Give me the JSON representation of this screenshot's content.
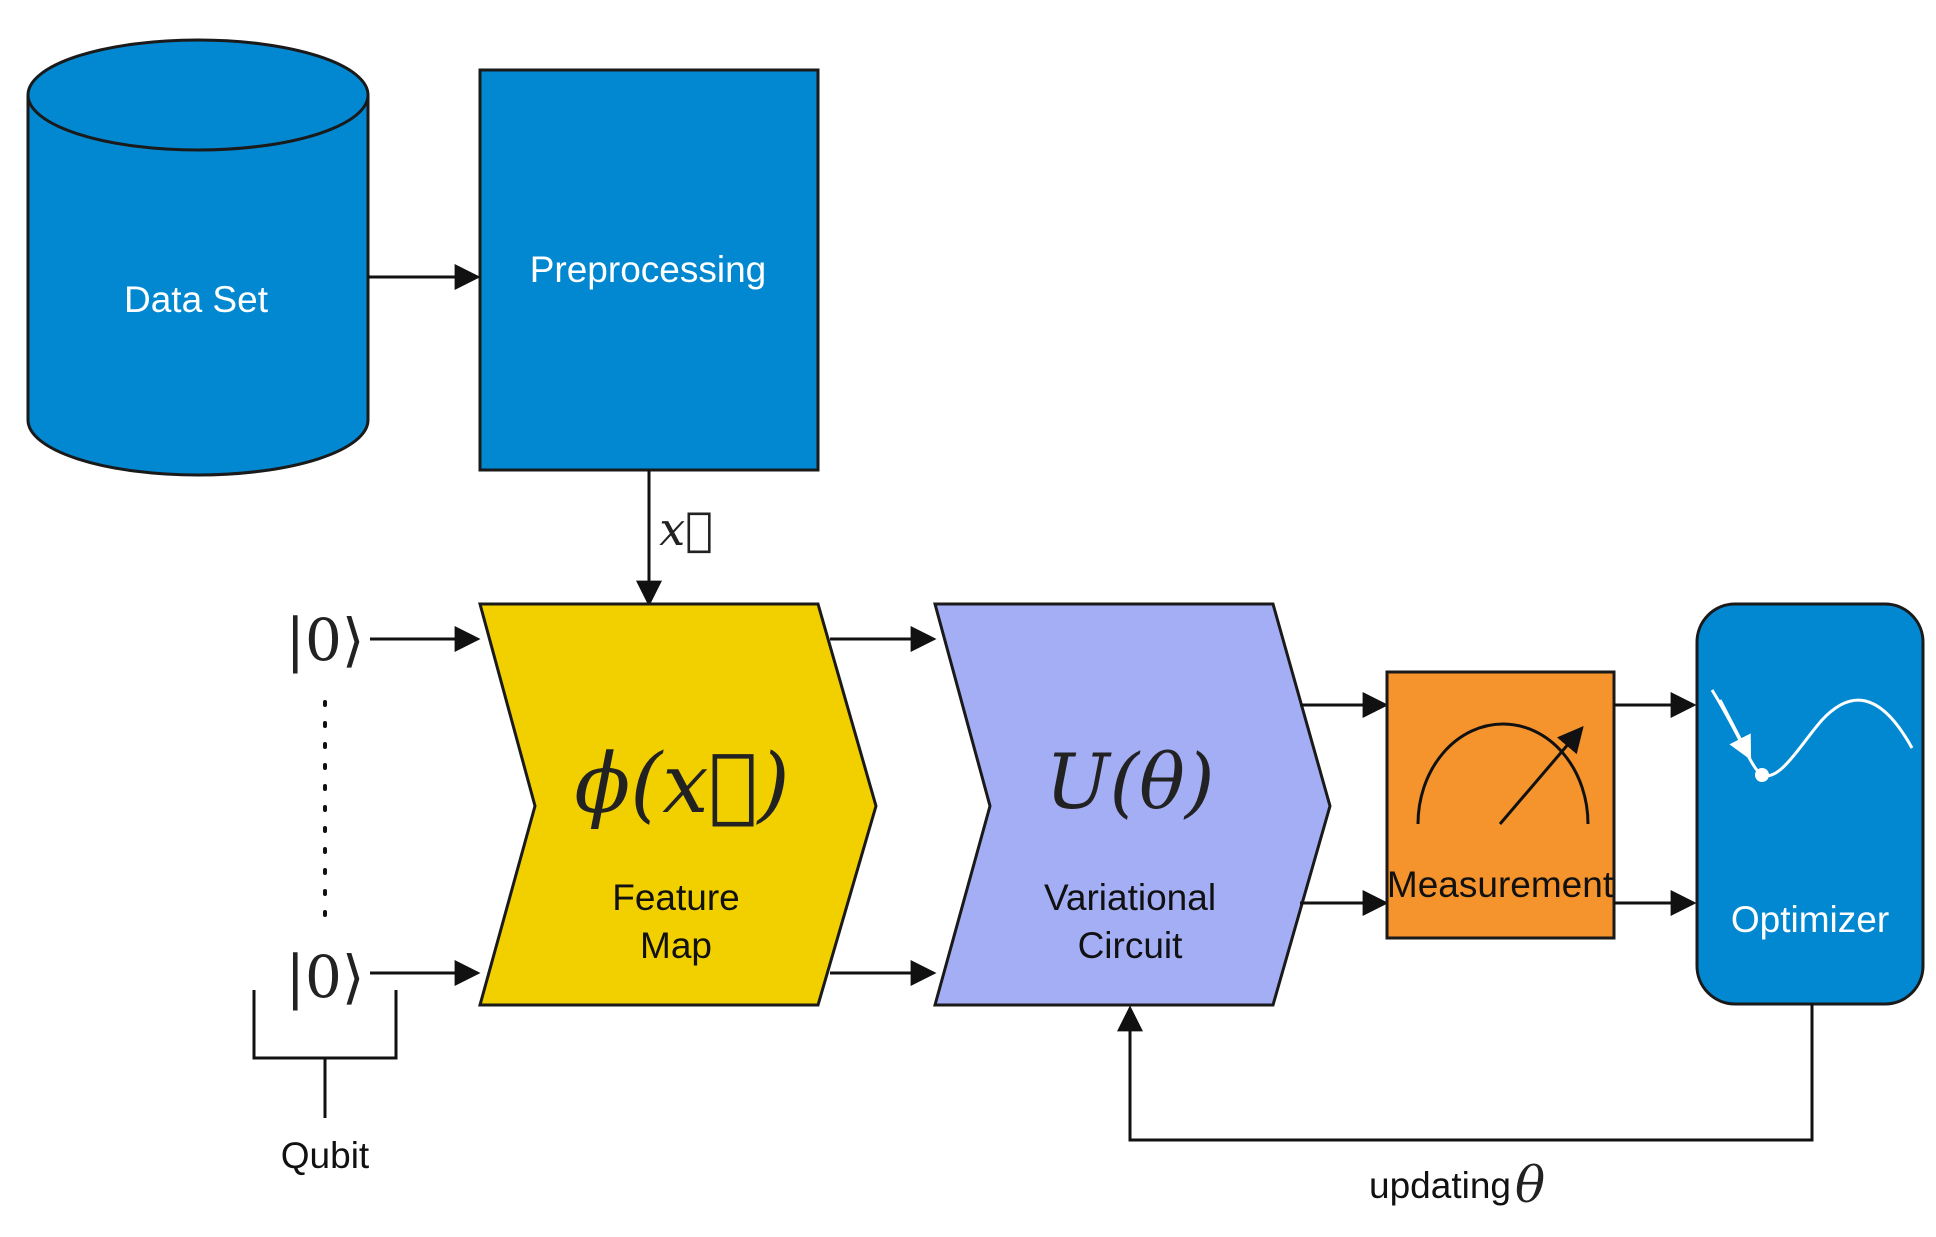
{
  "colors": {
    "blue": "#0288d1",
    "yellow": "#f2d000",
    "lavender": "#a4aef4",
    "orange": "#f5932c",
    "stroke": "#1a1a1a"
  },
  "nodes": {
    "dataset": {
      "label": "Data Set"
    },
    "preprocessing": {
      "label": "Preprocessing"
    },
    "feature_map": {
      "math": "ϕ(x⃗)",
      "label_line1": "Feature",
      "label_line2": "Map"
    },
    "variational_circuit": {
      "math": "U(θ)",
      "label_line1": "Variational",
      "label_line2": "Circuit"
    },
    "measurement": {
      "label": "Measurement",
      "icon": "gauge-icon"
    },
    "optimizer": {
      "label": "Optimizer",
      "icon": "descent-curve-icon"
    }
  },
  "inputs": {
    "ket_top": "|0⟩",
    "ket_bottom": "|0⟩",
    "qubit_label": "Qubit"
  },
  "edges": {
    "x_vector_label": "x⃗",
    "feedback_label": "updating",
    "feedback_symbol": "θ"
  }
}
